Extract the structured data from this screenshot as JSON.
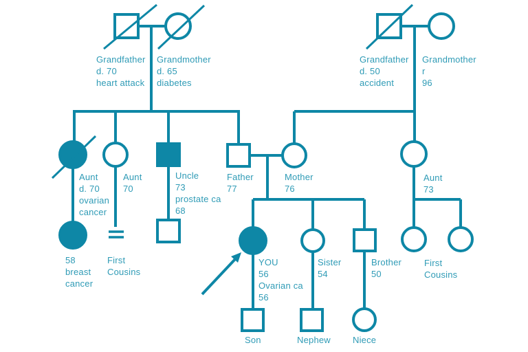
{
  "meta": {
    "diagram_type": "family-pedigree-genogram",
    "accent_color": "#0E87A6",
    "text_color": "#2F9BB6",
    "background_color": "#FFFFFF"
  },
  "symbols": {
    "male": "square",
    "female": "circle",
    "deceased": "diagonal-slash",
    "affected": "filled-shape",
    "proband": "arrow-pointer",
    "consanguineous_union": "equals-sign"
  },
  "people": {
    "paternal_grandfather": {
      "label": "Grandfather\nd. 70\nheart attack",
      "shape": "square",
      "filled": false,
      "slashed": true
    },
    "paternal_grandmother": {
      "label": "Grandmother\nd. 65\ndiabetes",
      "shape": "circle",
      "filled": false,
      "slashed": true
    },
    "maternal_grandfather": {
      "label": "Grandfather\nd. 50\naccident",
      "shape": "square",
      "filled": false,
      "slashed": true
    },
    "maternal_grandmother": {
      "label": "Grandmother\nr\n96",
      "shape": "circle",
      "filled": false,
      "slashed": false
    },
    "aunt_deceased": {
      "label": "Aunt\nd. 70\novarian\ncancer",
      "shape": "circle",
      "filled": true,
      "slashed": true
    },
    "aunt_70": {
      "label": "Aunt\n70",
      "shape": "circle",
      "filled": false,
      "slashed": false
    },
    "uncle": {
      "label": "Uncle\n73\nprostate ca\n68",
      "shape": "square",
      "filled": true,
      "slashed": false
    },
    "father": {
      "label": "Father\n77",
      "shape": "square",
      "filled": false,
      "slashed": false
    },
    "mother": {
      "label": "Mother\n76",
      "shape": "circle",
      "filled": false,
      "slashed": false
    },
    "maternal_aunt": {
      "label": "Aunt\n73",
      "shape": "circle",
      "filled": false,
      "slashed": false
    },
    "aunt_daughter": {
      "label": "58\nbreast\ncancer",
      "shape": "circle",
      "filled": true,
      "slashed": false
    },
    "first_cousins_left": {
      "label": "First\nCousins"
    },
    "proband_you": {
      "label": "YOU\n56\nOvarian ca\n56",
      "shape": "circle",
      "filled": true,
      "slashed": false,
      "proband": true
    },
    "sister": {
      "label": "Sister\n54",
      "shape": "circle",
      "filled": false,
      "slashed": false
    },
    "brother": {
      "label": "Brother\n50",
      "shape": "square",
      "filled": false,
      "slashed": false
    },
    "first_cousins_right": {
      "label": "First\nCousins"
    },
    "son": {
      "label": "Son",
      "shape": "square",
      "filled": false,
      "slashed": false
    },
    "nephew": {
      "label": "Nephew",
      "shape": "square",
      "filled": false,
      "slashed": false
    },
    "niece": {
      "label": "Niece",
      "shape": "circle",
      "filled": false,
      "slashed": false
    }
  }
}
